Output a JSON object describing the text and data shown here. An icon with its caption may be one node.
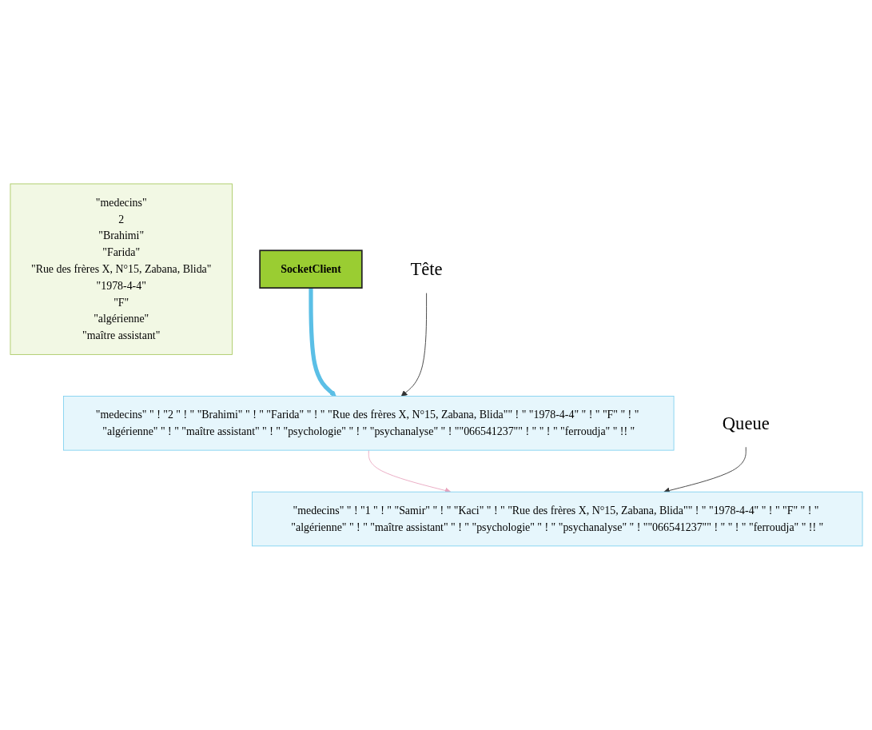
{
  "diagram": {
    "nodes": [
      {
        "text": [
          "\"medecins\"",
          "2",
          "\"Brahimi\"",
          "\"Farida\"",
          "\"Rue des frères X, N°15, Zabana, Blida\"",
          "\"1978-4-4\"",
          "\"F\"",
          "\"algérienne\"",
          "\"maître assistant\""
        ]
      },
      {
        "text": [
          "SocketClient"
        ]
      },
      {
        "text": [
          "Tête"
        ]
      },
      {
        "text": [
          "\"medecins\" \" ! \"2 \" ! \" \"Brahimi\" \" ! \" \"Farida\" \" ! \" \"Rue des frères X, N°15, Zabana, Blida\"\" ! \" \"1978-4-4\" \" ! \" \"F\" \" ! \" \"algérienne\" \" ! \" \"maître assistant\" \" ! \" \"psychologie\" \" ! \" \"psychanalyse\" \" ! \"\"066541237\"\" ! \" \" ! \" \"ferroudja\" \" !! \""
        ]
      },
      {
        "text": [
          "Queue"
        ]
      },
      {
        "text": [
          "\"medecins\" \" ! \"1 \" ! \" \"Samir\" \" ! \" \"Kaci\" \" ! \" \"Rue des frères X, N°15, Zabana, Blida\"\" ! \" \"1978-4-4\" \" ! \" \"F\" \" ! \" \"algérienne\" \" ! \" \"maître assistant\" \" ! \" \"psychologie\" \" ! \" \"psychanalyse\" \" ! \"\"066541237\"\" ! \" \" ! \" \"ferroudja\" \" !! \""
        ]
      }
    ],
    "edges": [
      {
        "from": 1,
        "to": 3,
        "arrow": "to",
        "style": "thick",
        "color": "#5bbfe6"
      },
      {
        "from": 2,
        "to": 3,
        "arrow": "to"
      },
      {
        "from": 3,
        "to": 5,
        "arrow": "to",
        "color": "#e8a3bd"
      },
      {
        "from": 4,
        "to": 5,
        "arrow": "to"
      }
    ]
  }
}
